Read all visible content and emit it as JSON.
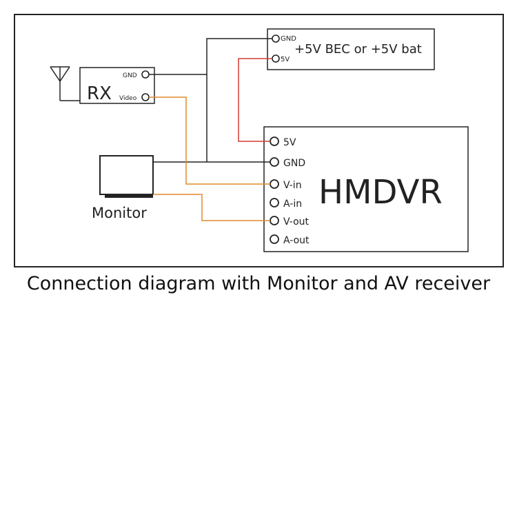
{
  "diagram": {
    "power_box": {
      "gnd_label": "GND",
      "v5_label": "5V",
      "title": "+5V BEC or +5V bat"
    },
    "rx": {
      "title": "RX",
      "gnd_label": "GND",
      "video_label": "Video"
    },
    "monitor": {
      "label": "Monitor"
    },
    "hmdvr": {
      "title": "HMDVR",
      "pins": [
        {
          "label": "5V"
        },
        {
          "label": "GND"
        },
        {
          "label": "V-in"
        },
        {
          "label": "A-in"
        },
        {
          "label": "V-out"
        },
        {
          "label": "A-out"
        }
      ]
    },
    "caption": "Connection diagram with Monitor and AV receiver",
    "colors": {
      "ground_wire": "#222222",
      "power_wire": "#d43a2f",
      "video_wire": "#e08a2a"
    }
  }
}
